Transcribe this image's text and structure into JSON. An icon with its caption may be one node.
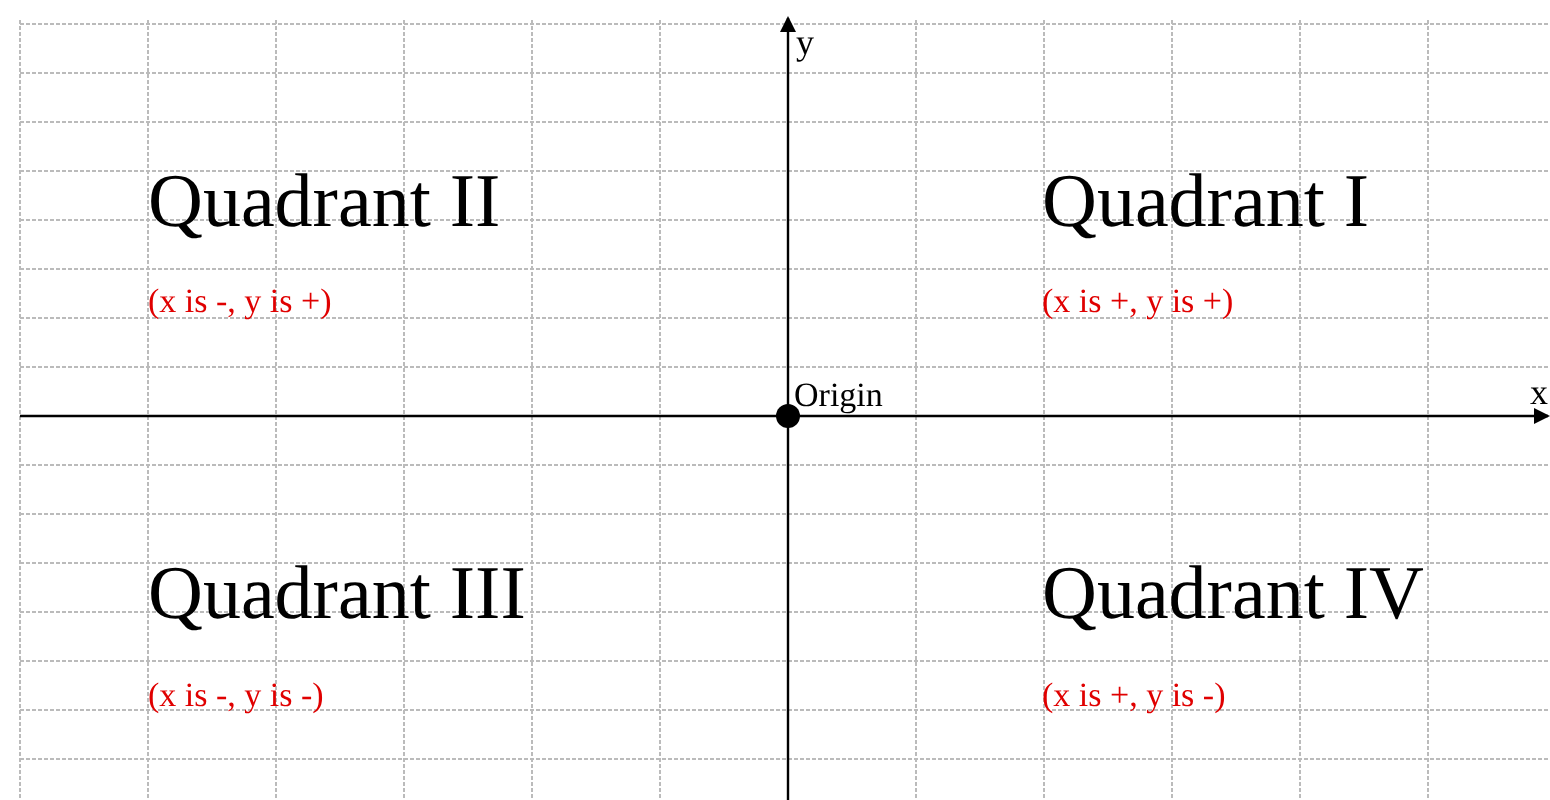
{
  "diagram": {
    "labels": [
      "y",
      "Quadrant II",
      "Quadrant I",
      "(x is -, y is +)",
      "(x is +, y is +)",
      "Origin",
      "x",
      "Quadrant III",
      "Quadrant IV",
      "(x is -, y is -)",
      "(x is +, y is -)"
    ]
  }
}
